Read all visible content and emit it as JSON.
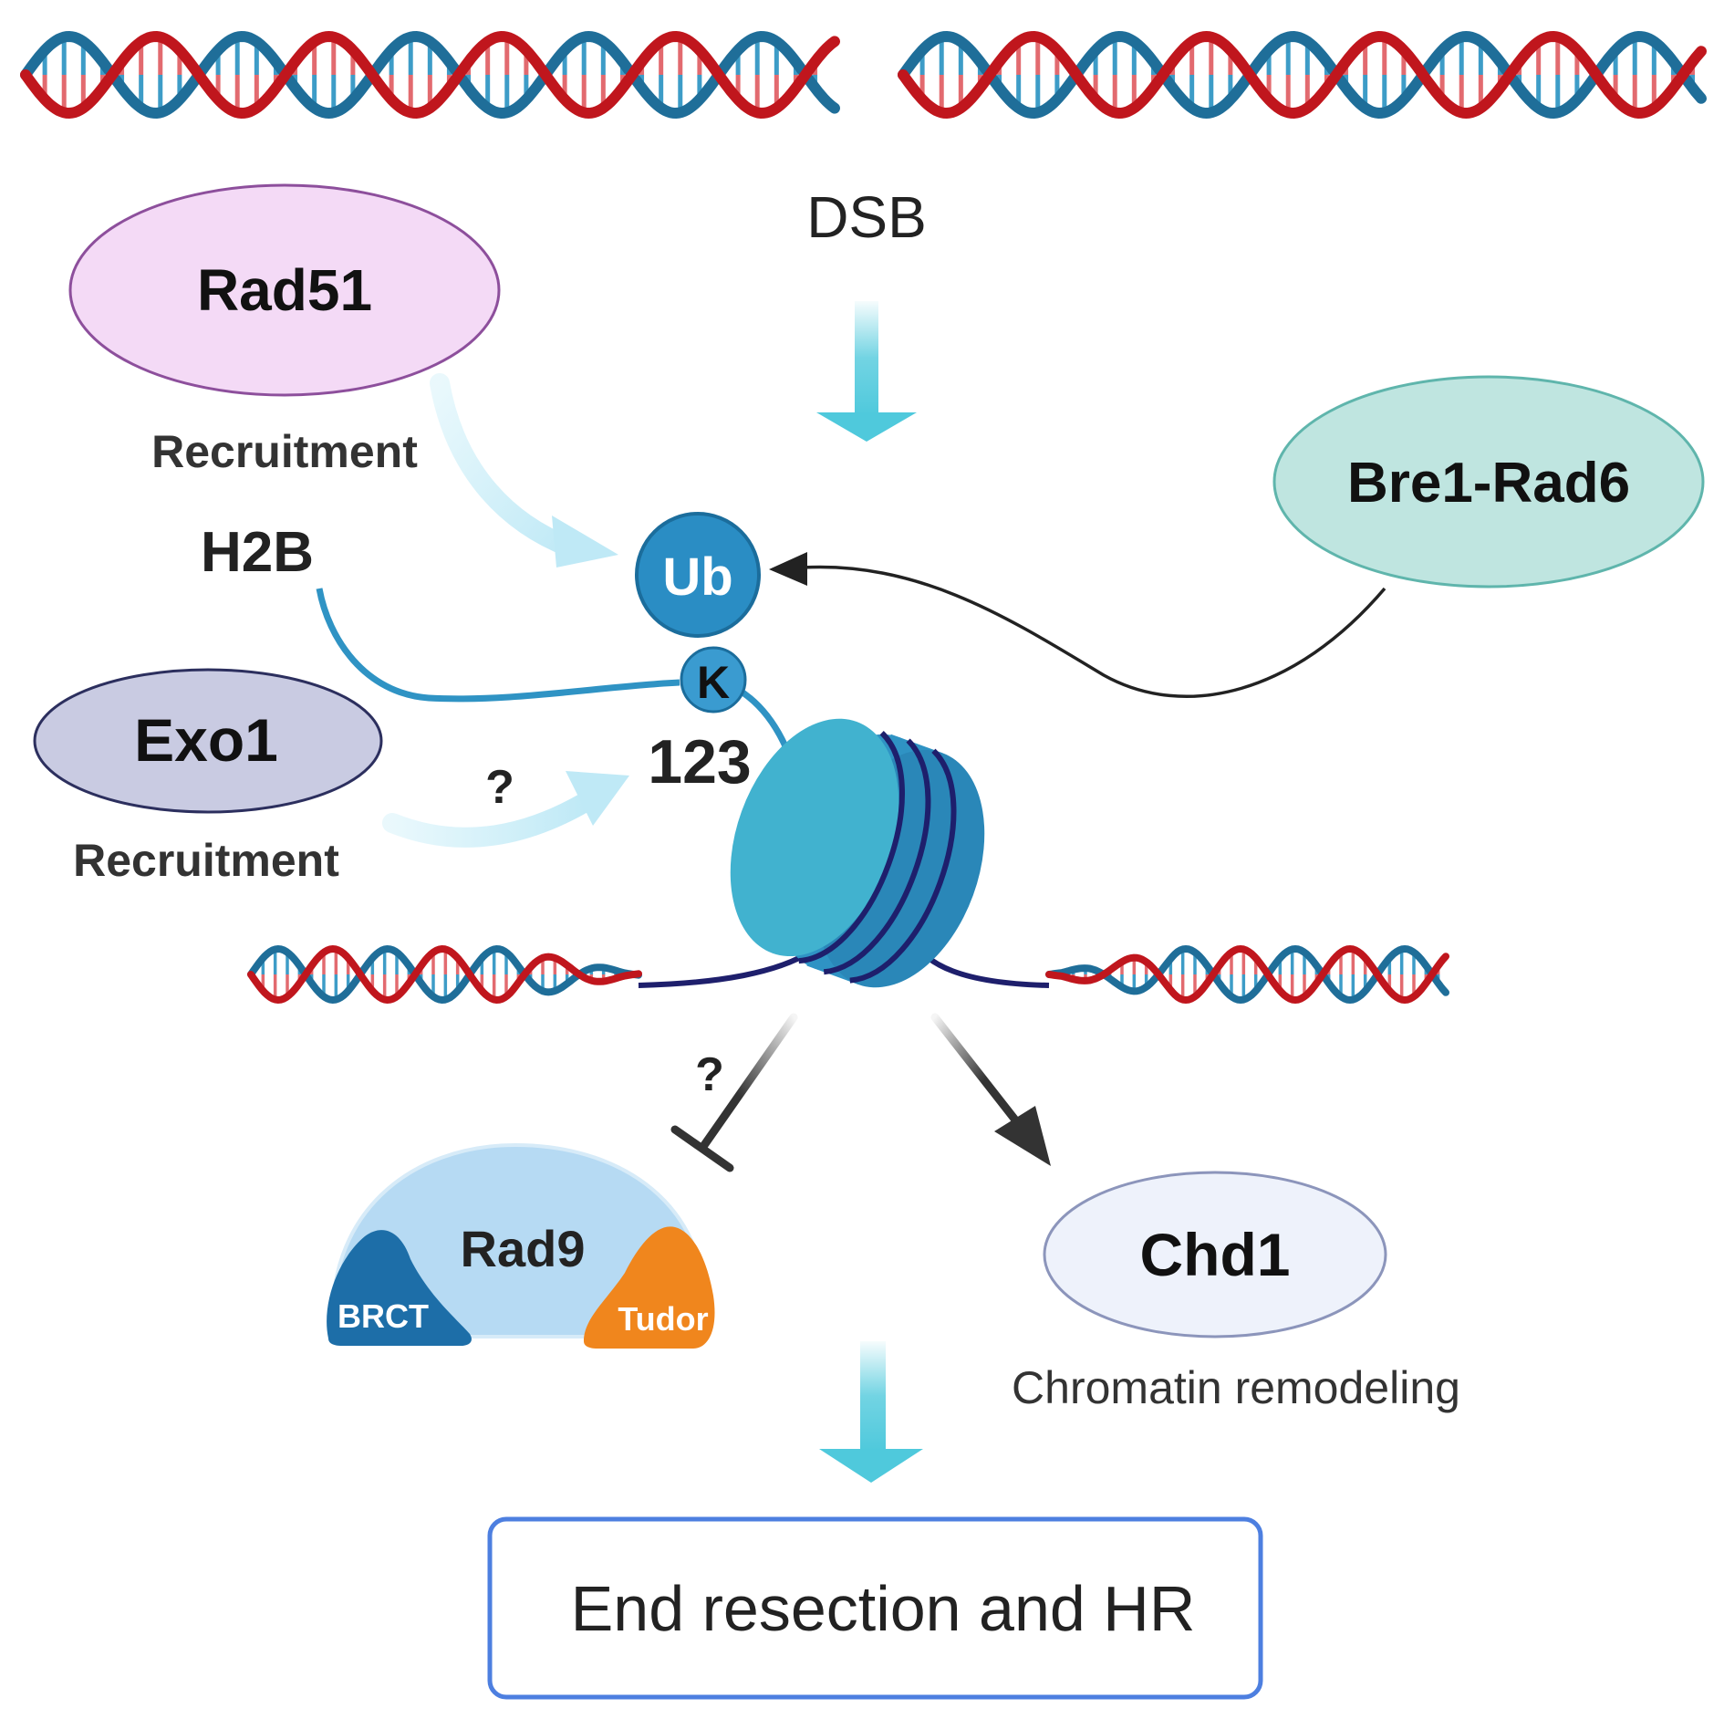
{
  "labels": {
    "dsb": "DSB",
    "rad51": "Rad51",
    "rad51_recruitment": "Recruitment",
    "h2b": "H2B",
    "ub": "Ub",
    "k": "K",
    "residue": "123",
    "exo1": "Exo1",
    "exo1_question": "?",
    "exo1_recruitment": "Recruitment",
    "bre1_rad6": "Bre1-Rad6",
    "rad9_question": "?",
    "rad9": "Rad9",
    "brct": "BRCT",
    "tudor": "Tudor",
    "chd1": "Chd1",
    "chromatin_remodeling": "Chromatin remodeling",
    "outcome": "End resection and HR"
  },
  "colors": {
    "dna_red": "#c0161d",
    "dna_blue": "#1f6e99",
    "arrow_cyan": "#4fc9dc",
    "arrow_light": "#c9eef8",
    "rad51_fill": "#f4daf6",
    "rad51_stroke": "#8d4f9c",
    "exo1_fill": "#c9cbe2",
    "exo1_stroke": "#2c2f5e",
    "bre1_fill": "#bfe5e0",
    "bre1_stroke": "#5fb5ac",
    "chd1_fill": "#eef2fb",
    "chd1_stroke": "#8c95bb",
    "ub_fill": "#2a8dc4",
    "h2b_tail": "#2f93c4",
    "nucleosome": "#41b2cf",
    "nucleosome_dna": "#1e1f6c",
    "rad9_fill": "#b6daf3",
    "brct_fill": "#1d6ea8",
    "tudor_fill": "#f0861d",
    "box_stroke": "#4d7fe0"
  }
}
